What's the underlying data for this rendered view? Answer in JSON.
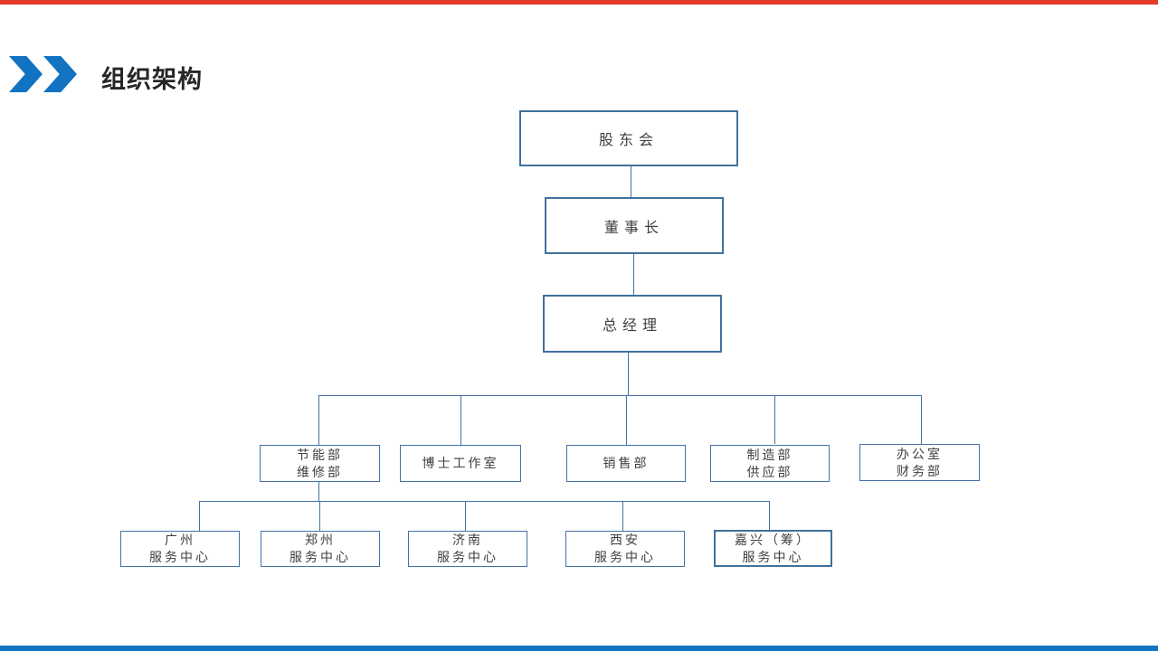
{
  "header": {
    "title": "组织架构",
    "chevrons_icon": "double-right-chevron"
  },
  "colors": {
    "top_bar_red": "#e23b2b",
    "bottom_bar_blue": "#1173c2",
    "chevron_blue": "#1173c2",
    "box_border_blue": "#41719c",
    "connector_blue": "#4472a8",
    "text_dark": "#3f3f3f"
  },
  "org_chart": {
    "root": {
      "label": "股东会"
    },
    "level2": {
      "label": "董事长"
    },
    "level3": {
      "label": "总经理"
    },
    "departments": [
      {
        "line1": "节能部",
        "line2": "维修部"
      },
      {
        "line1": "博士工作室"
      },
      {
        "line1": "销售部"
      },
      {
        "line1": "制造部",
        "line2": "供应部"
      },
      {
        "line1": "办公室",
        "line2": "财务部"
      }
    ],
    "service_centers": [
      {
        "line1": "广州",
        "line2": "服务中心"
      },
      {
        "line1": "郑州",
        "line2": "服务中心"
      },
      {
        "line1": "济南",
        "line2": "服务中心"
      },
      {
        "line1": "西安",
        "line2": "服务中心"
      },
      {
        "line1": "嘉兴（筹）",
        "line2": "服务中心"
      }
    ]
  }
}
